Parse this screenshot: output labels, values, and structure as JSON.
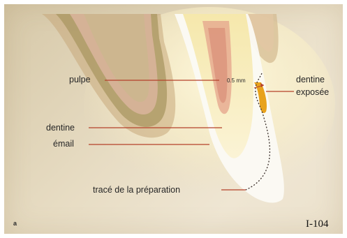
{
  "labels": {
    "pulpe": "pulpe",
    "dentine": "dentine",
    "email": "émail",
    "trace": "tracé de la préparation",
    "exposed_line1": "dentine",
    "exposed_line2": "exposée",
    "measure": "0.5 mm"
  },
  "plate_letter": "a",
  "figure_ref": "I-104",
  "colors": {
    "leader": "#b5412a",
    "enamel": "#fbfaf4",
    "dentine": "#f4e8b2",
    "pulp": "#d9937a",
    "exposed": "#e8a21c"
  }
}
